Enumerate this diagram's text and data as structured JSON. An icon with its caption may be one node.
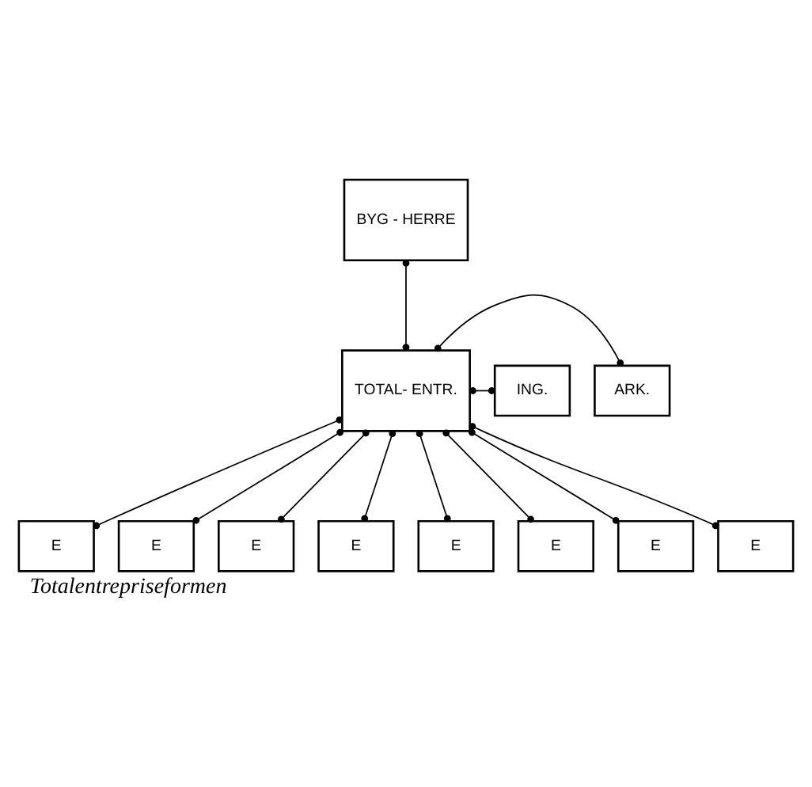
{
  "diagram": {
    "caption": "Totalentrepriseformen",
    "nodes": [
      {
        "text": [
          "BYG - HERRE"
        ]
      },
      {
        "text": [
          "TOTAL- ENTR."
        ]
      },
      {
        "text": [
          "ARK."
        ]
      },
      {
        "text": [
          "ING."
        ]
      },
      {
        "text": [
          "E"
        ]
      },
      {
        "text": [
          "E"
        ]
      },
      {
        "text": [
          "E"
        ]
      },
      {
        "text": [
          "E"
        ]
      },
      {
        "text": [
          "E"
        ]
      },
      {
        "text": [
          "E"
        ]
      },
      {
        "text": [
          "E"
        ]
      },
      {
        "text": [
          "E"
        ]
      }
    ],
    "edges": [
      {
        "from": 0,
        "to": 1,
        "arrow": "other"
      },
      {
        "from": 1,
        "to": 2,
        "arrow": "other"
      },
      {
        "from": 1,
        "to": 3,
        "arrow": "other"
      },
      {
        "from": 1,
        "to": 4,
        "arrow": "other"
      },
      {
        "from": 1,
        "to": 5,
        "arrow": "other"
      },
      {
        "from": 1,
        "to": 6,
        "arrow": "other"
      },
      {
        "from": 1,
        "to": 7,
        "arrow": "other"
      },
      {
        "from": 1,
        "to": 8,
        "arrow": "other"
      },
      {
        "from": 1,
        "to": 9,
        "arrow": "other"
      },
      {
        "from": 1,
        "to": 10,
        "arrow": "other"
      },
      {
        "from": 1,
        "to": 11,
        "arrow": "other"
      }
    ]
  }
}
